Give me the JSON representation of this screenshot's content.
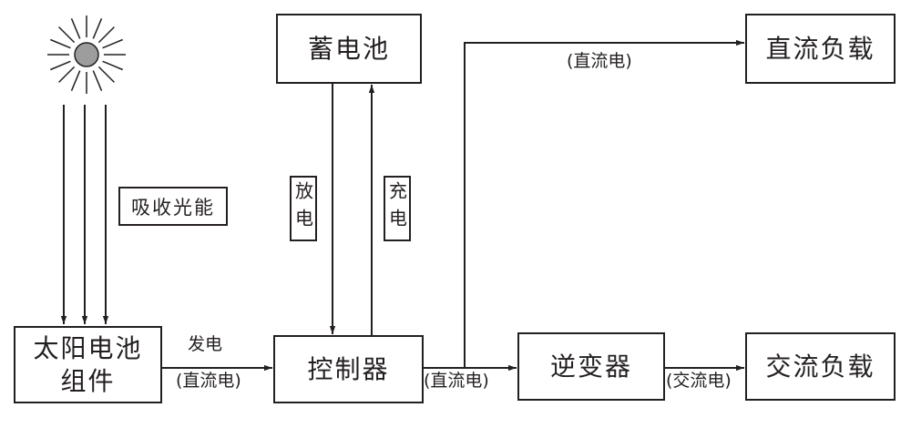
{
  "diagram": {
    "sun_icon": "sun-icon",
    "absorb_label": "吸收光能",
    "solar_module": {
      "line1": "太阳电池",
      "line2": "组件"
    },
    "generate_label": "发电",
    "solar_dc_label": "(直流电)",
    "controller": "控制器",
    "battery": "蓄电池",
    "discharge_label": "放电",
    "charge_label": "充电",
    "controller_dc_label": "(直流电)",
    "branch_dc_label": "(直流电)",
    "dc_load": "直流负载",
    "inverter": "逆变器",
    "ac_label": "(交流电)",
    "ac_load": "交流负载"
  },
  "colors": {
    "line": "#231f20",
    "sun_fill": "#9d9d9d",
    "background": "#ffffff"
  }
}
